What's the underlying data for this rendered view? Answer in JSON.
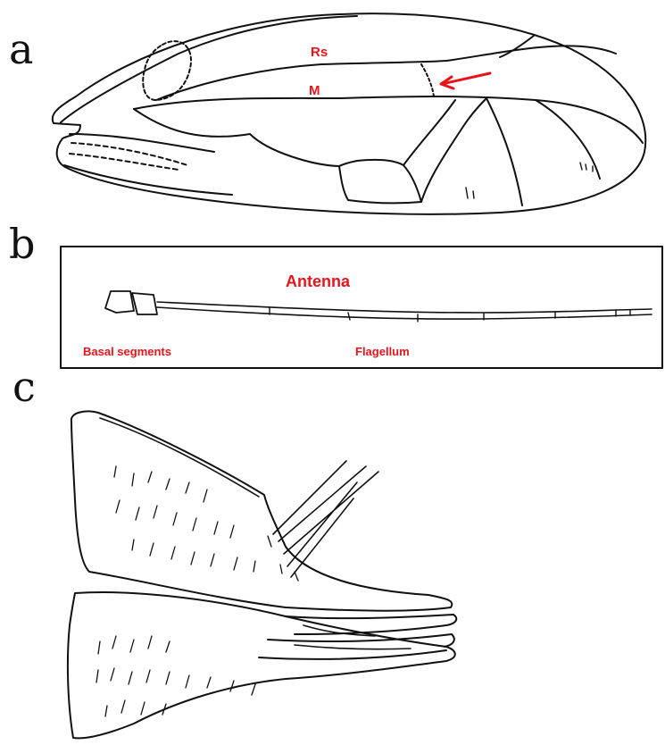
{
  "panels": {
    "a": {
      "letter": "a",
      "vein_labels": {
        "rs": "Rs",
        "m": "M"
      },
      "arrow_color": "#e8141c"
    },
    "b": {
      "letter": "b",
      "title": "Antenna",
      "basal_label": "Basal segments",
      "flagellum_label": "Flagellum"
    },
    "c": {
      "letter": "c"
    }
  },
  "colors": {
    "line": "#111111",
    "label_red": "#e8141c",
    "background": "#ffffff"
  }
}
